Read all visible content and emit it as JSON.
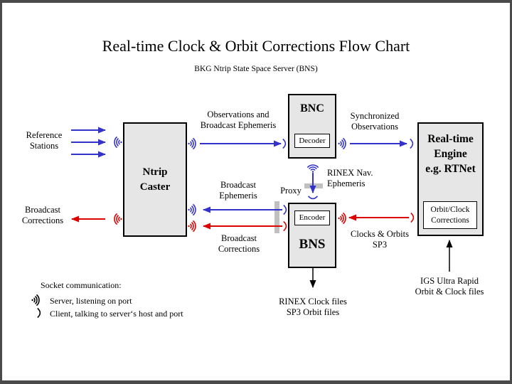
{
  "title": "Real-time Clock & Orbit Corrections Flow Chart",
  "subtitle": "BKG Ntrip State Space Server  (BNS)",
  "nodes": {
    "ntrip_caster": {
      "label": "Ntrip\nCaster"
    },
    "bnc": {
      "title": "BNC",
      "sub": "Decoder"
    },
    "bns": {
      "title": "BNS",
      "sub": "Encoder"
    },
    "rt_engine": {
      "label": "Real-time\nEngine\ne.g. RTNet",
      "sub": "Orbit/Clock\nCorrections"
    }
  },
  "labels": {
    "reference_stations": "Reference\nStations",
    "broadcast_corrections_left": "Broadcast\nCorrections",
    "observations": "Observations and\nBroadcast Ephemeris",
    "synchronized": "Synchronized\nObservations",
    "rinex_nav": "RINEX Nav.\nEphemeris",
    "broadcast_ephemeris": "Broadcast\nEphemeris",
    "proxy": "Proxy",
    "broadcast_corrections_mid": "Broadcast\nCorrections",
    "clocks_orbits": "Clocks & Orbits\nSP3",
    "rinex_files": "RINEX Clock files\nSP3 Orbit files",
    "igs": "IGS Ultra Rapid\nOrbit & Clock files"
  },
  "legend": {
    "title": "Socket communication:",
    "server_label": "Server, listening on port",
    "client_label": "Client, talking to server‘s host and port"
  },
  "colors": {
    "blue": "#3333cc",
    "red": "#dd0000",
    "black": "#000000",
    "box_fill": "#e6e6e6",
    "proxy_bar": "#c0c0c0",
    "frame": "#4a4a4a",
    "background": "#ffffff"
  }
}
